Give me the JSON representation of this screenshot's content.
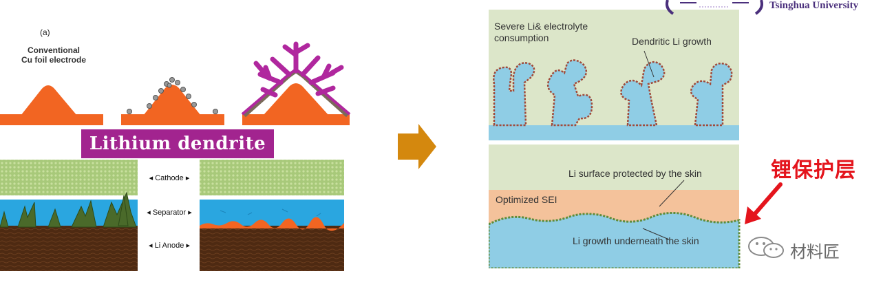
{
  "left_figure": {
    "panel_label": "(a)",
    "electrode_title_line1": "Conventional",
    "electrode_title_line2": "Cu foil electrode",
    "banner_text": "Lithium dendrite",
    "cell_labels": {
      "cathode": "Cathode",
      "separator": "Separator",
      "anode": "Li Anode"
    }
  },
  "right_figure": {
    "top_label_1_line1": "Severe Li& electrolyte",
    "top_label_1_line2": "consumption",
    "top_label_2": "Dendritic Li growth",
    "bottom_label_surface": "Li surface protected by the skin",
    "bottom_label_sei": "Optimized SEI",
    "bottom_label_growth": "Li growth underneath the skin"
  },
  "callout_cn": "锂保护层",
  "header": {
    "university": "Tsinghua University"
  },
  "watermark": {
    "text": "材料匠"
  },
  "colors": {
    "electrode_orange": "#f26522",
    "dendrite_magenta": "#b0279e",
    "banner_purple": "#a2248f",
    "cathode_green": "#a8c97a",
    "separator_blue": "#2aa6e0",
    "anode_brown": "#4e2a12",
    "arrow_gold": "#d4880e",
    "panel_green": "#dce6c9",
    "panel_blue": "#8fcde5",
    "sei_peach": "#f4c29b",
    "callout_red": "#e4141c"
  },
  "icons": [
    "flow-arrow-icon",
    "callout-arrow-icon",
    "wechat-icon",
    "university-logo-icon"
  ]
}
